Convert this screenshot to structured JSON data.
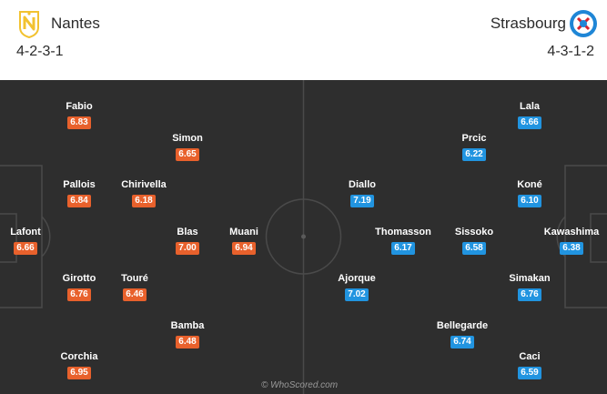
{
  "home": {
    "name": "Nantes",
    "formation": "4-2-3-1",
    "color": "#e8612c",
    "logo_icon": "nantes-crest-icon",
    "players": [
      {
        "name": "Fabio",
        "rating": "6.83"
      },
      {
        "name": "Simon",
        "rating": "6.65"
      },
      {
        "name": "Pallois",
        "rating": "6.84"
      },
      {
        "name": "Chirivella",
        "rating": "6.18"
      },
      {
        "name": "Lafont",
        "rating": "6.66"
      },
      {
        "name": "Blas",
        "rating": "7.00"
      },
      {
        "name": "Muani",
        "rating": "6.94"
      },
      {
        "name": "Girotto",
        "rating": "6.76"
      },
      {
        "name": "Touré",
        "rating": "6.46"
      },
      {
        "name": "Bamba",
        "rating": "6.48"
      },
      {
        "name": "Corchia",
        "rating": "6.95"
      }
    ]
  },
  "away": {
    "name": "Strasbourg",
    "formation": "4-3-1-2",
    "color": "#2194e0",
    "logo_icon": "strasbourg-crest-icon",
    "players": [
      {
        "name": "Lala",
        "rating": "6.66"
      },
      {
        "name": "Prcic",
        "rating": "6.22"
      },
      {
        "name": "Diallo",
        "rating": "7.19"
      },
      {
        "name": "Koné",
        "rating": "6.10"
      },
      {
        "name": "Thomasson",
        "rating": "6.17"
      },
      {
        "name": "Sissoko",
        "rating": "6.58"
      },
      {
        "name": "Kawashima",
        "rating": "6.38"
      },
      {
        "name": "Ajorque",
        "rating": "7.02"
      },
      {
        "name": "Simakan",
        "rating": "6.76"
      },
      {
        "name": "Bellegarde",
        "rating": "6.74"
      },
      {
        "name": "Caci",
        "rating": "6.59"
      }
    ]
  },
  "pitch_color": "#2e2e2e",
  "watermark": "© WhoScored.com"
}
